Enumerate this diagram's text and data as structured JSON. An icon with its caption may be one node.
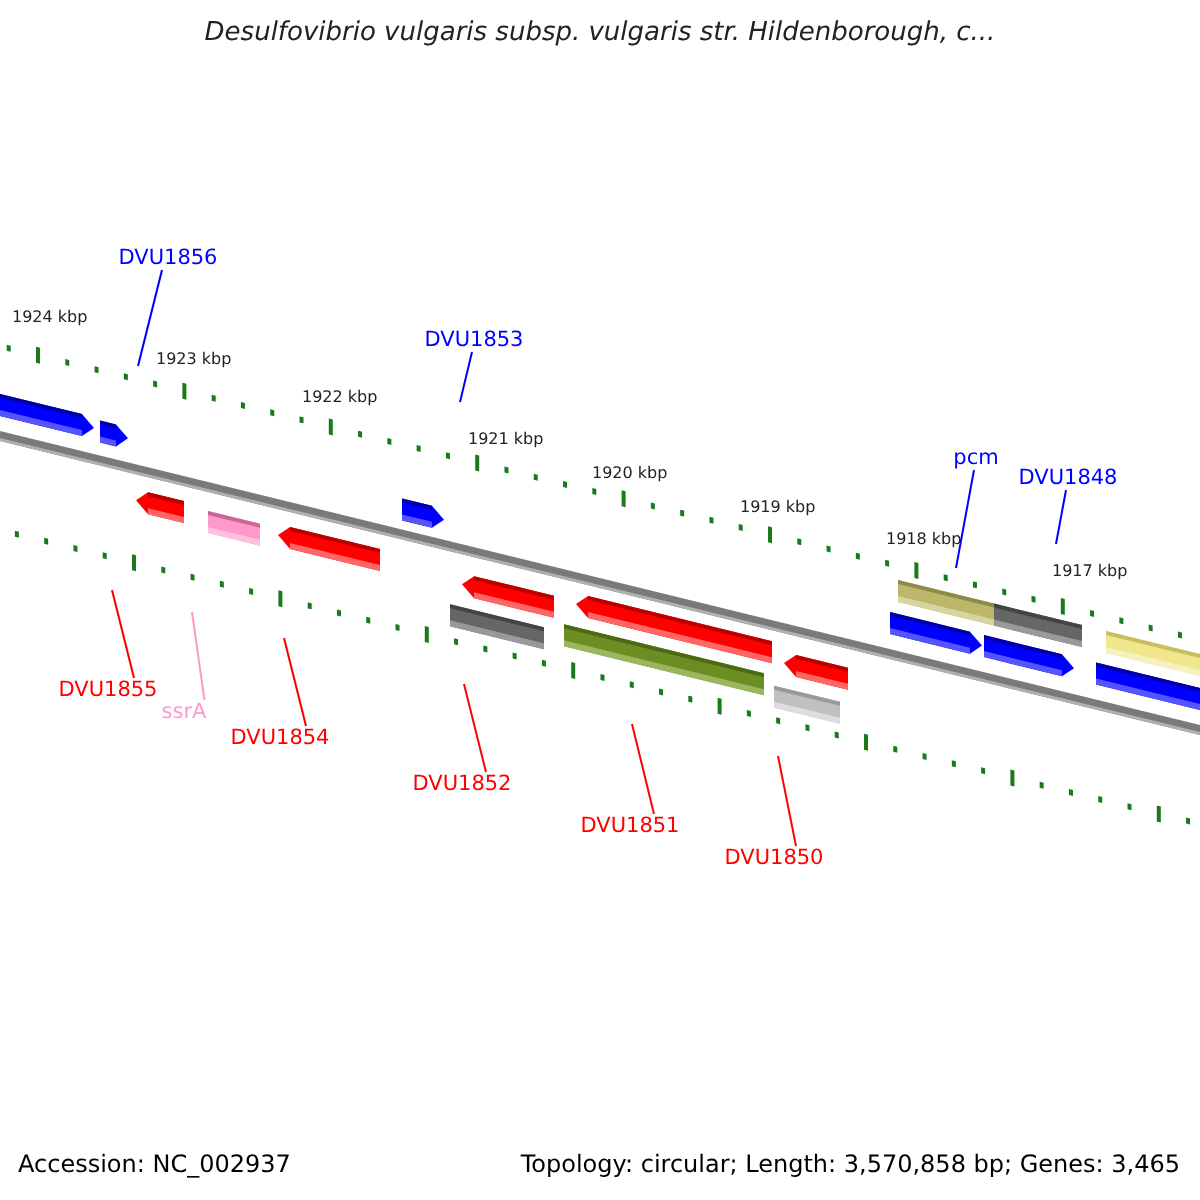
{
  "diagram": {
    "title": "Desulfovibrio vulgaris subsp. vulgaris str. Hildenborough, c...",
    "nodes": [
      {
        "text": [
          "DVU1856"
        ]
      },
      {
        "text": [
          "DVU1853"
        ]
      },
      {
        "text": [
          "pcm"
        ]
      },
      {
        "text": [
          "DVU1848"
        ]
      },
      {
        "text": [
          "DVU1855"
        ]
      },
      {
        "text": [
          "ssrA"
        ]
      },
      {
        "text": [
          "DVU1854"
        ]
      },
      {
        "text": [
          "DVU1852"
        ]
      },
      {
        "text": [
          "DVU1851"
        ]
      },
      {
        "text": [
          "DVU1850"
        ]
      }
    ],
    "edges": [
      {
        "from": 0,
        "to": null,
        "arrow": "none",
        "color": "#0000ff"
      },
      {
        "from": 1,
        "to": null,
        "arrow": "none",
        "color": "#0000ff"
      },
      {
        "from": 2,
        "to": null,
        "arrow": "none",
        "color": "#0000ff"
      },
      {
        "from": 3,
        "to": null,
        "arrow": "none",
        "color": "#0000ff"
      },
      {
        "from": 4,
        "to": null,
        "arrow": "none"
      },
      {
        "from": 5,
        "to": null,
        "arrow": "none",
        "color": "#ff99cc"
      },
      {
        "from": 6,
        "to": null,
        "arrow": "none"
      },
      {
        "from": 7,
        "to": null,
        "arrow": "none"
      },
      {
        "from": 8,
        "to": null,
        "arrow": "none"
      },
      {
        "from": 9,
        "to": null,
        "arrow": "none"
      }
    ],
    "labels": [
      "1924 kbp",
      "1923 kbp",
      "1922 kbp",
      "1921 kbp",
      "1920 kbp",
      "1919 kbp",
      "1918 kbp",
      "1917 kbp",
      "Accession: NC_002937",
      "Topology: circular; Length: 3,570,858 bp; Genes: 3,465"
    ]
  }
}
